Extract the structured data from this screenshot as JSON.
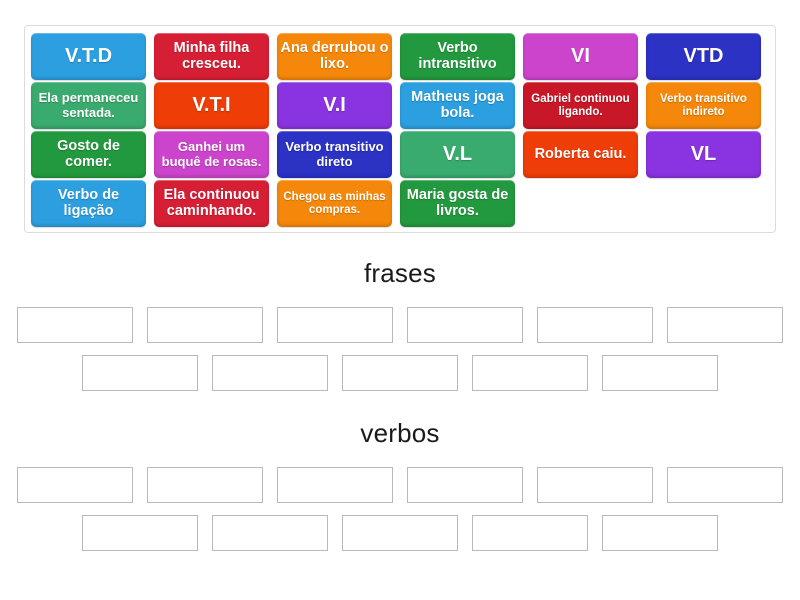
{
  "word_bank": {
    "rows": [
      [
        {
          "label": "V.T.D",
          "color": "#2b9fe0",
          "size": "fs-abbr"
        },
        {
          "label": "Minha filha cresceu.",
          "color": "#d61f34",
          "size": "fs-med"
        },
        {
          "label": "Ana derrubou o lixo.",
          "color": "#f5880a",
          "size": "fs-med"
        },
        {
          "label": "Verbo intransitivo",
          "color": "#23993f",
          "size": "fs-med"
        },
        {
          "label": "VI",
          "color": "#cc44cc",
          "size": "fs-abbr"
        },
        {
          "label": "VTD",
          "color": "#2b32c4",
          "size": "fs-abbr"
        }
      ],
      [
        {
          "label": "Ela permaneceu sentada.",
          "color": "#3aab6e",
          "size": "fs-small"
        },
        {
          "label": "V.T.I",
          "color": "#ef3d07",
          "size": "fs-abbr"
        },
        {
          "label": "V.I",
          "color": "#8a33e0",
          "size": "fs-abbr"
        },
        {
          "label": "Matheus joga bola.",
          "color": "#2b9fe0",
          "size": "fs-med"
        },
        {
          "label": "Gabriel continuou ligando.",
          "color": "#c81828",
          "size": "fs-xs"
        },
        {
          "label": "Verbo transitivo indireto",
          "color": "#f5880a",
          "size": "fs-xs"
        }
      ],
      [
        {
          "label": "Gosto de comer.",
          "color": "#23993f",
          "size": "fs-med"
        },
        {
          "label": "Ganhei um buquê de rosas.",
          "color": "#cc44cc",
          "size": "fs-small"
        },
        {
          "label": "Verbo transitivo direto",
          "color": "#2b32c4",
          "size": "fs-small"
        },
        {
          "label": "V.L",
          "color": "#3aab6e",
          "size": "fs-abbr"
        },
        {
          "label": "Roberta caiu.",
          "color": "#ef3d07",
          "size": "fs-med"
        },
        {
          "label": "VL",
          "color": "#8a33e0",
          "size": "fs-abbr"
        }
      ],
      [
        {
          "label": "Verbo de ligação",
          "color": "#2b9fe0",
          "size": "fs-med"
        },
        {
          "label": "Ela continuou caminhando.",
          "color": "#d61f34",
          "size": "fs-med"
        },
        {
          "label": "Chegou as minhas compras.",
          "color": "#f5880a",
          "size": "fs-xs"
        },
        {
          "label": "Maria gosta de livros.",
          "color": "#23993f",
          "size": "fs-med"
        }
      ]
    ]
  },
  "groups": [
    {
      "title": "frases",
      "slot_rows": [
        [
          "",
          "",
          "",
          "",
          "",
          ""
        ],
        [
          "",
          "",
          "",
          "",
          ""
        ]
      ]
    },
    {
      "title": "verbos",
      "slot_rows": [
        [
          "",
          "",
          "",
          "",
          "",
          ""
        ],
        [
          "",
          "",
          "",
          "",
          ""
        ]
      ]
    }
  ]
}
